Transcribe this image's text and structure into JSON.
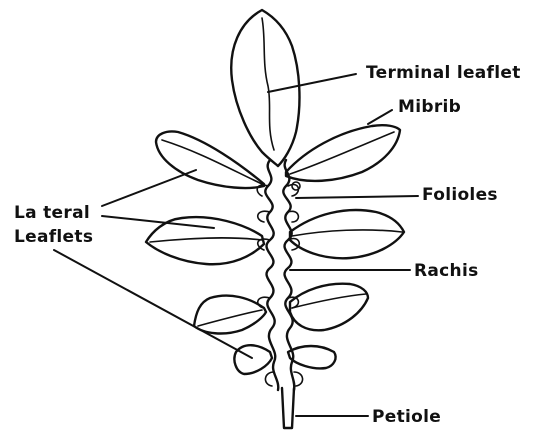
{
  "labels": {
    "terminal_leaflet": "Terminal leaflet",
    "midrib": "Mibrib",
    "folioles": "Folioles",
    "lateral_line1": "La teral",
    "lateral_line2": "Leaflets",
    "rachis": "Rachis",
    "petiole": "Petiole"
  }
}
